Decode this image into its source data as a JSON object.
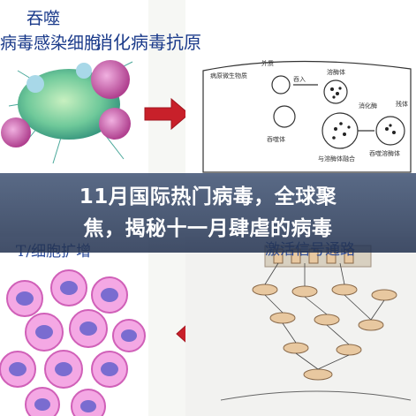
{
  "panels": {
    "top_left": {
      "line1": "吞噬",
      "line2": "病毒感染细胞"
    },
    "top_right": {
      "label": "消化病毒抗原"
    },
    "bottom_left": {
      "label": "T/细胞扩增"
    },
    "bottom_right": {
      "label": "激活信号通路"
    }
  },
  "diagram_labels": {
    "virus_product": "病原微生物质",
    "outer_membrane": "外质",
    "engulf": "吞入",
    "lysosome": "溶酶体",
    "digest": "消化酶",
    "phagosome": "吞噬体",
    "fusion": "与溶酶体融合",
    "phagolysosome": "吞噬溶酶体",
    "residue": "残体"
  },
  "headline": {
    "line1": "11月国际热门病毒，全球聚",
    "line2": "焦，揭秘十一月肆虐的病毒"
  },
  "colors": {
    "banner": "#2f4470",
    "arrow": "#c8202a",
    "label": "#1a3a8a",
    "cell_membrane": "#e07ac8",
    "cell_nucleus": "#6a6cc8"
  }
}
